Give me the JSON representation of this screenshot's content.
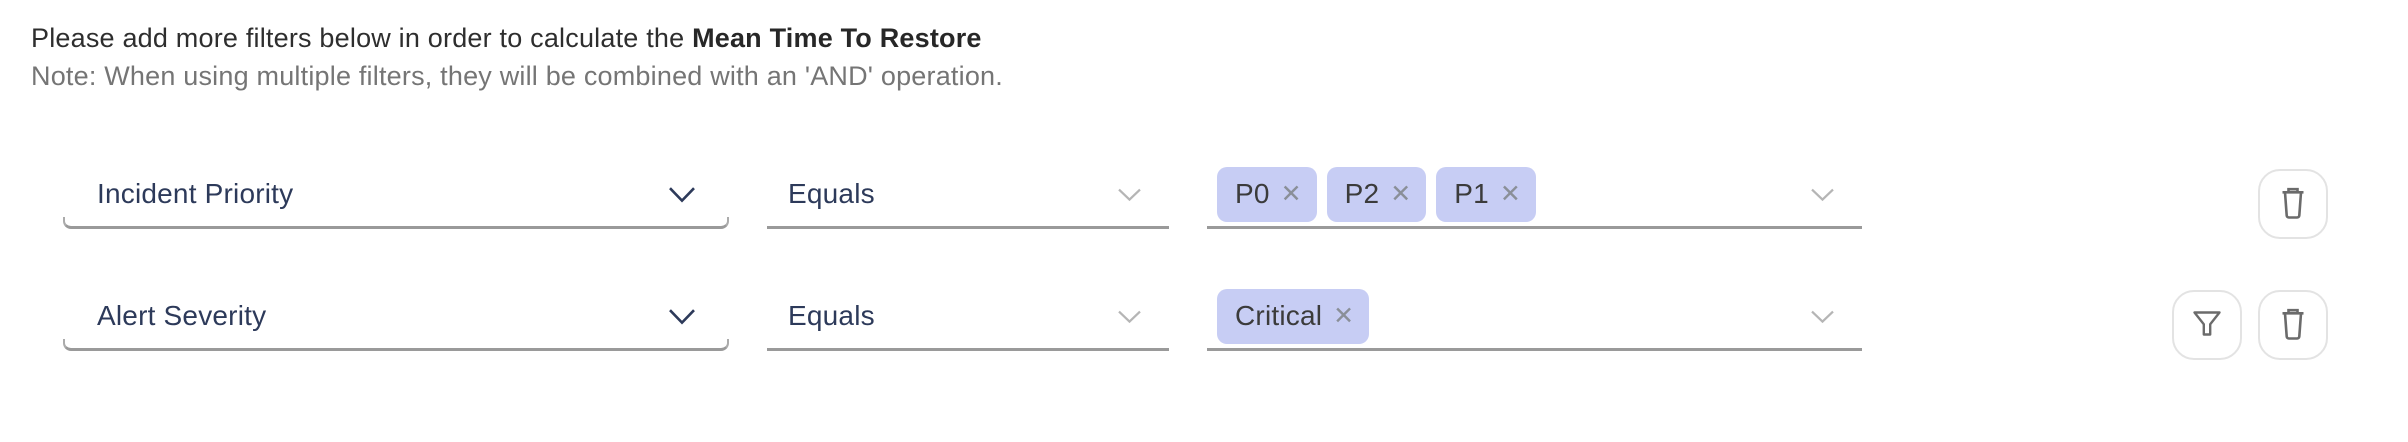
{
  "header": {
    "intro": "Please add more filters below in order to calculate the",
    "metric": "Mean Time To Restore",
    "note": "Note: When using multiple filters, they will be combined with an 'AND' operation."
  },
  "icons": {
    "close": "✕"
  },
  "colors": {
    "tag_background": "#c7cdf4",
    "select_text": "#2d3a5a",
    "underline_gray": "#9a9a9a",
    "note_text": "#757575",
    "icon_stroke": "#6b6b6b",
    "button_border": "#e3e3e3",
    "chevron_muted": "#b5b5b5"
  },
  "filter_rows": [
    {
      "field": "Incident Priority",
      "operator": "Equals",
      "values": [
        "P0",
        "P2",
        "P1"
      ]
    },
    {
      "field": "Alert Severity",
      "operator": "Equals",
      "values": [
        "Critical"
      ]
    }
  ]
}
